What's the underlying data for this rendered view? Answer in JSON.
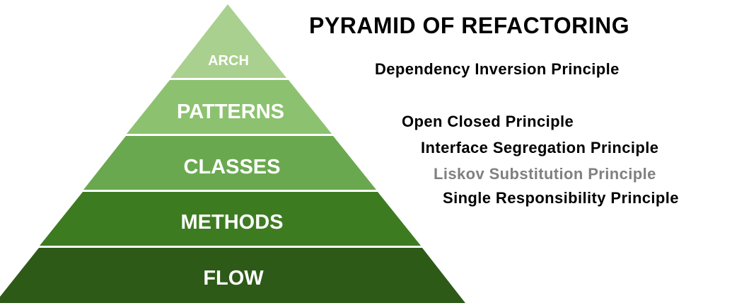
{
  "title": "PYRAMID OF REFACTORING",
  "tiers": [
    {
      "label": "ARCH",
      "color": "#a9d08e"
    },
    {
      "label": "PATTERNS",
      "color": "#8cc26f"
    },
    {
      "label": "CLASSES",
      "color": "#6aa84f"
    },
    {
      "label": "METHODS",
      "color": "#3d7b21"
    },
    {
      "label": "FLOW",
      "color": "#2d5a17"
    }
  ],
  "principles": [
    {
      "text": "Dependency Inversion Principle",
      "color": "#000000"
    },
    {
      "text": "Open Closed Principle",
      "color": "#000000"
    },
    {
      "text": "Interface Segregation Principle",
      "color": "#000000"
    },
    {
      "text": "Liskov Substitution Principle",
      "color": "#808080"
    },
    {
      "text": "Single Responsibility Principle",
      "color": "#000000"
    }
  ]
}
